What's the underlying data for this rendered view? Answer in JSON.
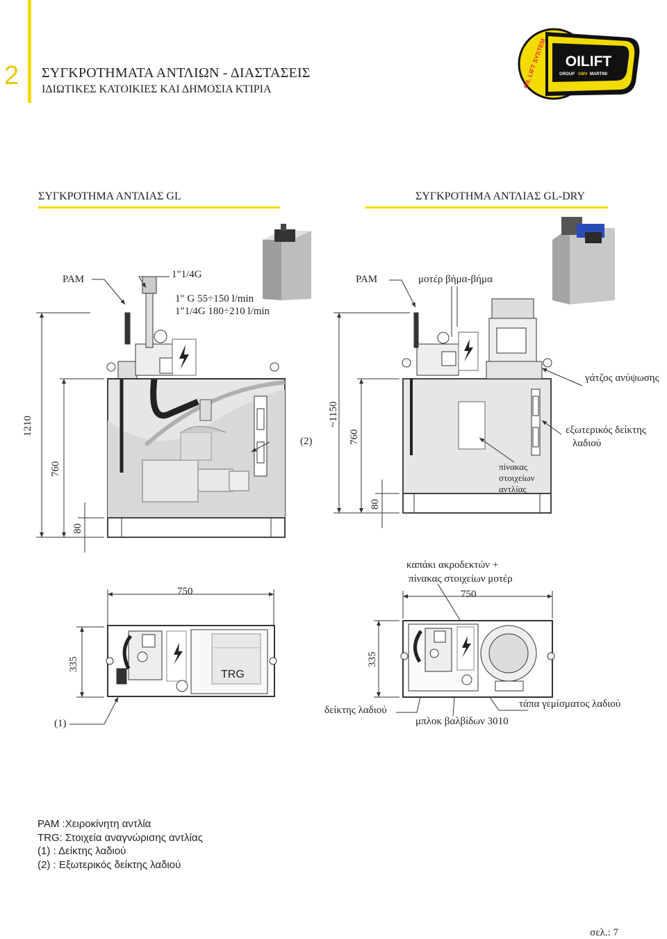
{
  "header": {
    "page_number": "2",
    "title": "ΣΥΓΚΡΟΤΗΜΑΤΑ ΑΝΤΛΙΩΝ - ΔΙΑΣΤΑΣΕΙΣ",
    "subtitle": "ΙΔΙΩΤΙΚΕΣ ΚΑΤΟΙΚΙΕΣ ΚΑΙ ΔΗΜΟΣΙΑ ΚΤΙΡΙΑ",
    "logo": {
      "brand": "OILIFT",
      "ring_text": "OIL LIFT SYSTEM",
      "group_text": "GROUP",
      "group_brand": "GMV",
      "group_brand2": "MARTINI"
    }
  },
  "sections": {
    "gl": {
      "title": "ΣΥΓΚΡΟΤΗΜΑ ΑΝΤΛΙΑΣ GL"
    },
    "gldry": {
      "title": "ΣΥΓΚΡΟΤΗΜΑ ΑΝΤΛΙΑΣ GL-DRY"
    }
  },
  "gl_labels": {
    "pam": "PAM",
    "fitting": "1\"1/4G",
    "flow1": "1\" G 55÷150 l/min",
    "flow2": "1\"1/4G 180÷210 l/min",
    "dim_1210": "1210",
    "dim_760": "760",
    "dim_80": "80",
    "ref2": "(2)",
    "dim_750": "750",
    "dim_335": "335",
    "ref1": "(1)",
    "trg": "TRG"
  },
  "gldry_labels": {
    "pam": "PAM",
    "motor": "μοτέρ βήμα-βήμα",
    "dim_1150": "~1150",
    "dim_760": "760",
    "dim_80": "80",
    "hook": "γάτζος ανύψωσης",
    "ext_indicator_1": "εξωτερικός δείκτης",
    "ext_indicator_2": "λαδιού",
    "plate_1": "πίνακας",
    "plate_2": "στοιχείων",
    "plate_3": "αντλίας",
    "cover_1": "καπάκι ακροδεκτών +",
    "cover_2": "πίνακας στοιχείων μοτέρ",
    "dim_750": "750",
    "dim_335": "335",
    "oil_indicator": "δείκτης λαδιού",
    "valve_block": "μπλοκ βαλβίδων 3010",
    "filler_cap": "τάπα γεμίσματος λαδιού"
  },
  "legend": [
    "PAM :Χειροκίνητη αντλία",
    "TRG: Στοιχεία αναγνώρισης αντλίας",
    "(1) : Δείκτης λαδιού",
    "(2) : Εξωτερικός δείκτης λαδιού"
  ],
  "footer": {
    "page": "σελ.: 7"
  },
  "colors": {
    "accent_yellow": "#f2dc00",
    "logo_black": "#111111",
    "tank_grey": "#dcdcdc",
    "line": "#333333"
  }
}
